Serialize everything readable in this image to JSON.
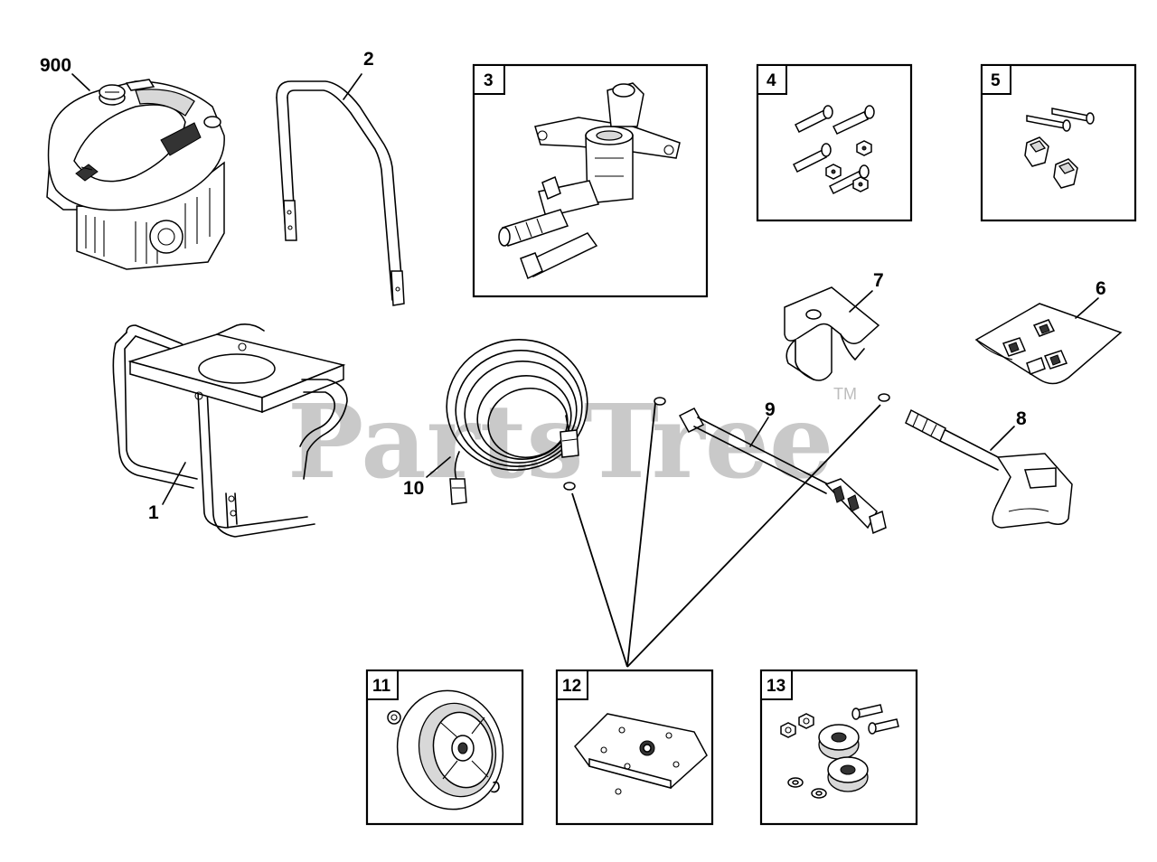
{
  "watermark": {
    "text": "PartsTree",
    "trademark": "TM"
  },
  "callouts": {
    "engine": "900",
    "handle": "2",
    "pump": "3",
    "hardware_kit_a": "4",
    "hardware_kit_b": "5",
    "nozzle_kit": "6",
    "nozzle_holder": "7",
    "spray_gun": "8",
    "lance": "9",
    "hose": "10",
    "frame": "1",
    "wheel_kit": "11",
    "foot_kit": "12",
    "bumper_kit": "13"
  },
  "colors": {
    "line": "#000000",
    "watermark": "#c9c9c9",
    "background": "#ffffff"
  }
}
